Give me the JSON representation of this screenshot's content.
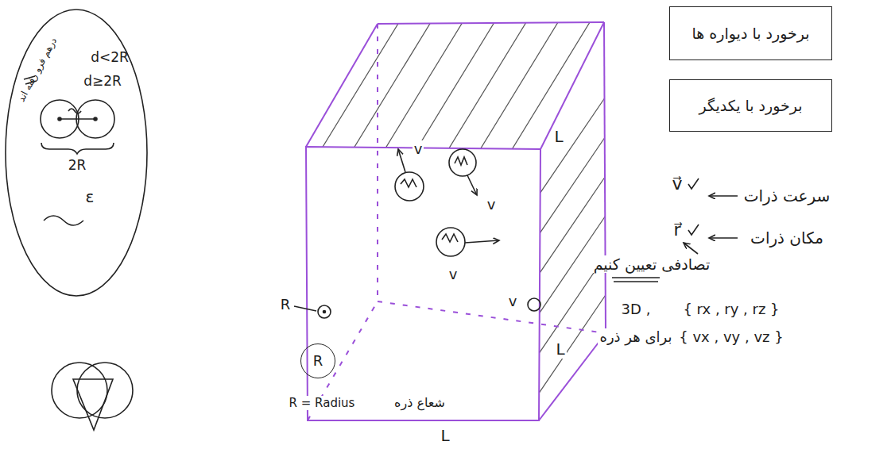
{
  "diagram": {
    "nodes": [
      {
        "text": [
          "d<2R",
          "درهم فرو رفته اند",
          "d≥2R",
          "2R",
          "ε"
        ]
      },
      {
        "text": [
          "برخورد با دیواره ها"
        ]
      },
      {
        "text": [
          "برخورد با یکدیگر"
        ]
      },
      {
        "text": [
          "R"
        ]
      }
    ],
    "labels": [
      "L",
      "L",
      "L",
      "R",
      "v",
      "v",
      "v",
      "v",
      "سرعت ذرات",
      "v⃗",
      "مکان ذرات",
      "r⃗",
      "تصادفی تعیین کنیم",
      "3D ,",
      "{ rx , ry , rz }",
      "برای هر ذره",
      "{ vx , vy , vz }",
      "R = Radius",
      "شعاع ذره"
    ]
  }
}
